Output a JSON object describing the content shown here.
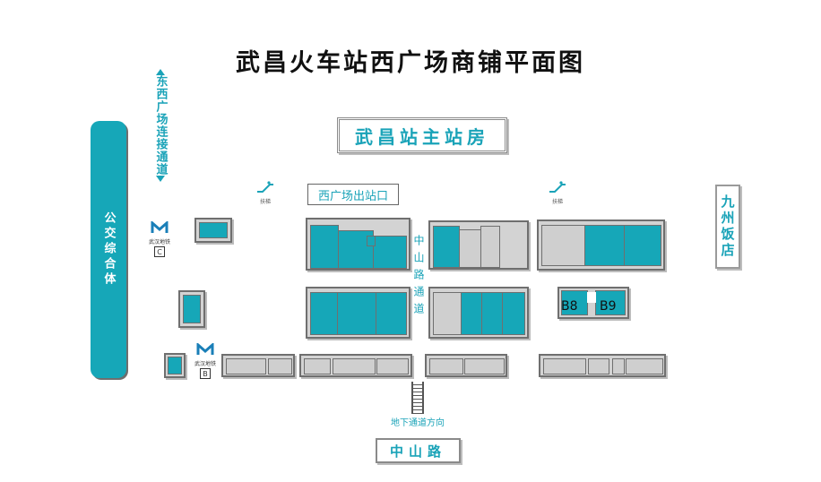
{
  "title": "武昌火车站西广场商铺平面图",
  "main_station": "武昌站主站房",
  "west_exit": "西广场出站口",
  "zhongshan_road": "中山路",
  "zhongshan_passage": "中山路通道",
  "underground_label": "地下通道方向",
  "hotel": "九州饭店",
  "bus_hub": "公交综合体",
  "connector": "东西广场连接通道",
  "escalator_label": "扶梯",
  "metro": [
    {
      "label": "武汉地铁",
      "exit": "C"
    },
    {
      "label": "武汉地铁",
      "exit": "B"
    }
  ],
  "shops": [
    {
      "name": "B8"
    },
    {
      "name": "B9"
    }
  ],
  "colors": {
    "accent": "#16a7b8",
    "block": "#d3d3d3",
    "border": "#6f6f6f"
  }
}
